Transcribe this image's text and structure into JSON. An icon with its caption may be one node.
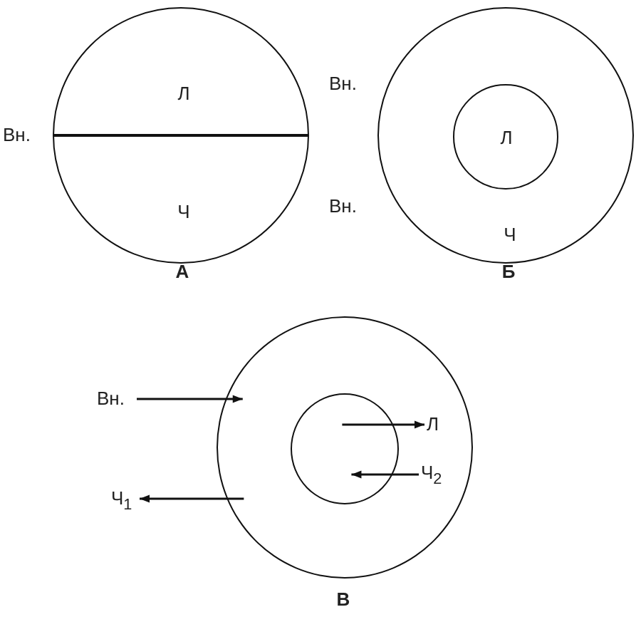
{
  "diagram": {
    "nodes": [
      {
        "text": [
          "Л",
          "Ч"
        ]
      },
      {
        "text": [
          "Ч"
        ]
      },
      {
        "text": [
          "Л"
        ],
        "in": 1
      },
      {
        "text": [],
        "shape": "circle"
      },
      {
        "text": [],
        "shape": "circle",
        "in": 3
      },
      {
        "text": [
          "Вн."
        ]
      },
      {
        "text": [
          "Л"
        ],
        "in": 3
      },
      {
        "text": [
          "Ч$_{2}$"
        ],
        "in": 3
      },
      {
        "text": [
          "Ч$_{1}$"
        ]
      }
    ],
    "edges": [
      {
        "from": 5,
        "to": 3,
        "arrow": "to"
      },
      {
        "from": 4,
        "to": 6,
        "arrow": "to"
      },
      {
        "from": 7,
        "to": 4,
        "arrow": "to"
      },
      {
        "from": 3,
        "to": 8,
        "arrow": "to"
      }
    ],
    "labels": [
      "Вн.",
      "Вн.",
      "Вн.",
      "А",
      "Б",
      "В"
    ]
  }
}
